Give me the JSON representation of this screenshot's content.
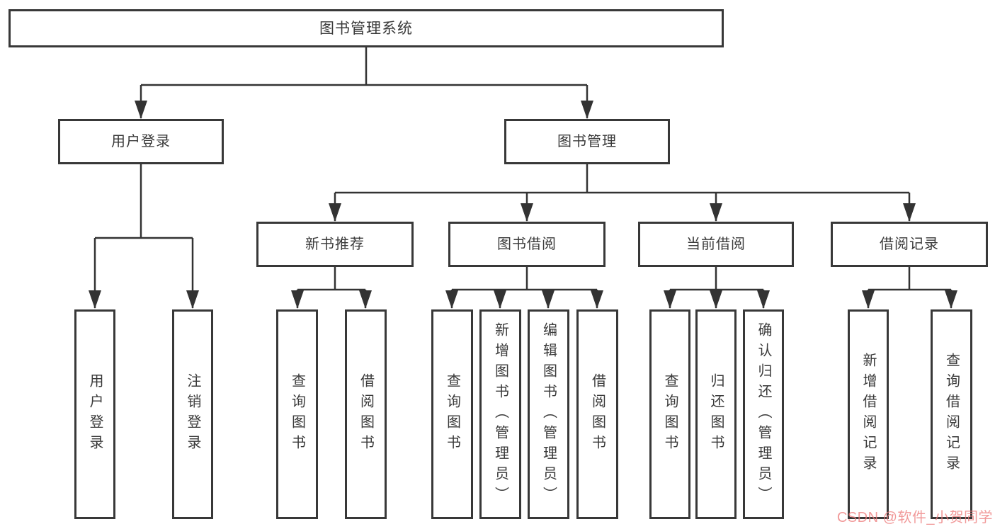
{
  "tree": {
    "root": {
      "label": "图书管理系统"
    },
    "branches": [
      {
        "label": "用户登录",
        "leaves": [
          {
            "label": "用户登录"
          },
          {
            "label": "注销登录"
          }
        ]
      },
      {
        "label": "图书管理",
        "groups": [
          {
            "label": "新书推荐",
            "leaves": [
              {
                "label": "查询图书"
              },
              {
                "label": "借阅图书"
              }
            ]
          },
          {
            "label": "图书借阅",
            "leaves": [
              {
                "label": "查询图书"
              },
              {
                "label": "新增图书（管理员）"
              },
              {
                "label": "编辑图书（管理员）"
              },
              {
                "label": "借阅图书"
              }
            ]
          },
          {
            "label": "当前借阅",
            "leaves": [
              {
                "label": "查询图书"
              },
              {
                "label": "归还图书"
              },
              {
                "label": "确认归还（管理员）"
              }
            ]
          },
          {
            "label": "借阅记录",
            "leaves": [
              {
                "label": "新增借阅记录"
              },
              {
                "label": "查询借阅记录"
              }
            ]
          }
        ]
      }
    ]
  },
  "watermark": {
    "text": "CSDN @软件_小贺同学",
    "color": "#ed7d7d"
  },
  "colors": {
    "line": "#333333",
    "box_border": "#383838",
    "text": "#3a3a3a",
    "background": "#ffffff"
  }
}
